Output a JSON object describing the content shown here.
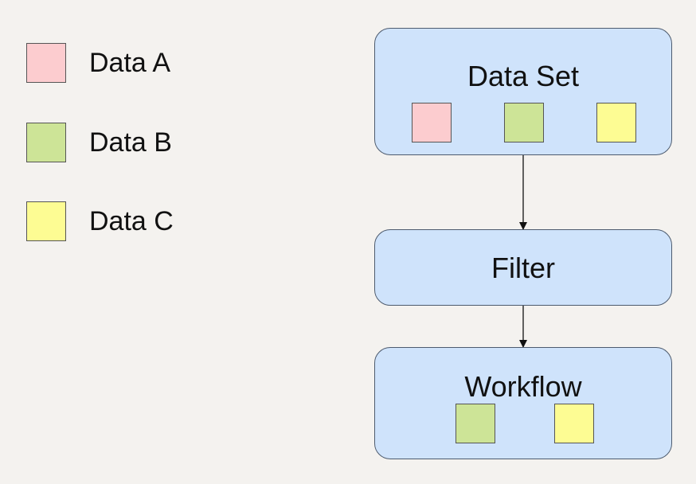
{
  "colors": {
    "background": "#f4f2ef",
    "node_fill": "#cfe3fb",
    "node_border": "#4d5b6e",
    "data_a": "#fccccf",
    "data_b": "#cde497",
    "data_c": "#fdfc93"
  },
  "legend": [
    {
      "label": "Data A",
      "color": "#fccccf"
    },
    {
      "label": "Data B",
      "color": "#cde497"
    },
    {
      "label": "Data C",
      "color": "#fdfc93"
    }
  ],
  "nodes": {
    "dataset": {
      "title": "Data Set",
      "items": [
        "Data A",
        "Data B",
        "Data C"
      ]
    },
    "filter": {
      "title": "Filter"
    },
    "workflow": {
      "title": "Workflow",
      "items": [
        "Data B",
        "Data C"
      ]
    }
  }
}
